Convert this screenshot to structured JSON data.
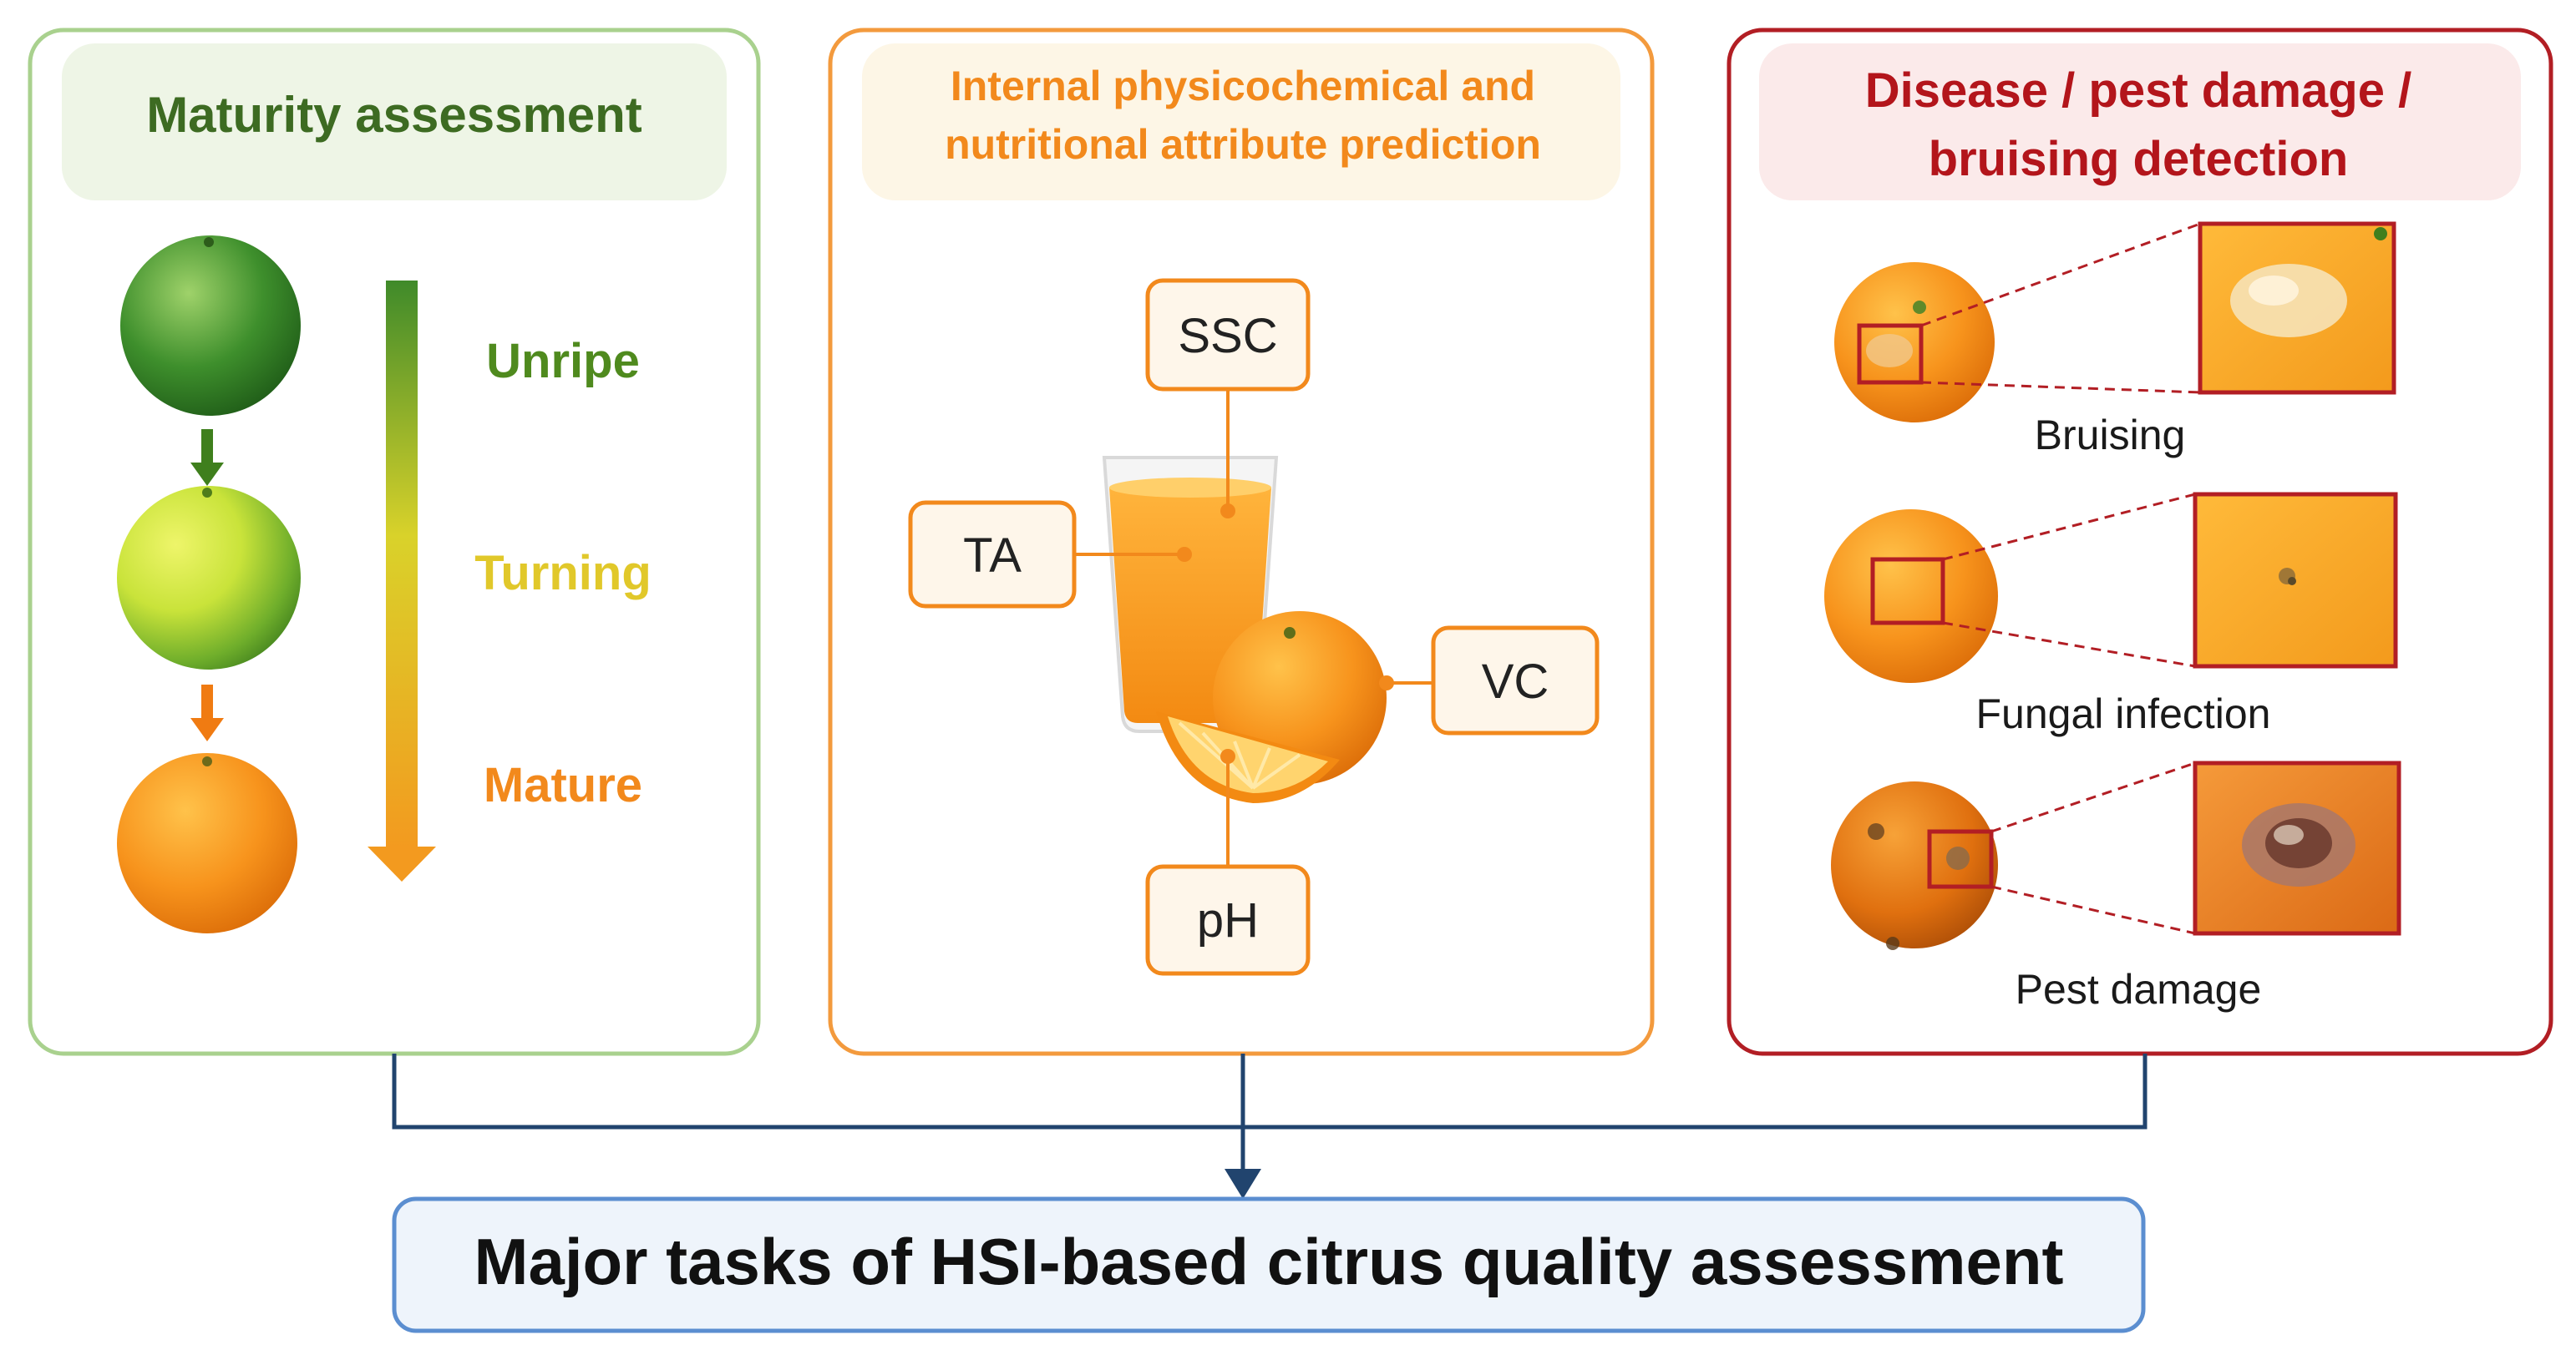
{
  "colors": {
    "green_accent": "#4f8a1e",
    "green_border": "#a9d18e",
    "orange_accent": "#f2891c",
    "orange_border": "#f39a3d",
    "red_accent": "#b3151b",
    "red_border": "#b21e24",
    "navy_connector": "#21446e",
    "bottom_fill": "#eef4fb",
    "bottom_border": "#5b8ed0",
    "turning_yellow": "#e1c82a"
  },
  "panels": {
    "maturity": {
      "title": "Maturity assessment",
      "stages": [
        "Unripe",
        "Turning",
        "Mature"
      ],
      "icons": [
        "green-orange-icon",
        "yellow-green-orange-icon",
        "ripe-orange-icon"
      ]
    },
    "internal": {
      "title_line1": "Internal physicochemical and",
      "title_line2": "nutritional attribute prediction",
      "attributes": {
        "ssc": "SSC",
        "ta": "TA",
        "vc": "VC",
        "ph": "pH"
      },
      "icons": [
        "orange-juice-glass-icon",
        "whole-orange-icon",
        "orange-slice-icon"
      ]
    },
    "disease": {
      "title_line1": "Disease / pest damage /",
      "title_line2": "bruising detection",
      "examples": [
        {
          "label": "Bruising",
          "icon": "bruised-orange-icon"
        },
        {
          "label": "Fungal infection",
          "icon": "fungal-orange-icon"
        },
        {
          "label": "Pest damage",
          "icon": "pest-damaged-orange-icon"
        }
      ]
    }
  },
  "summary": {
    "title": "Major tasks of HSI-based citrus quality assessment"
  }
}
